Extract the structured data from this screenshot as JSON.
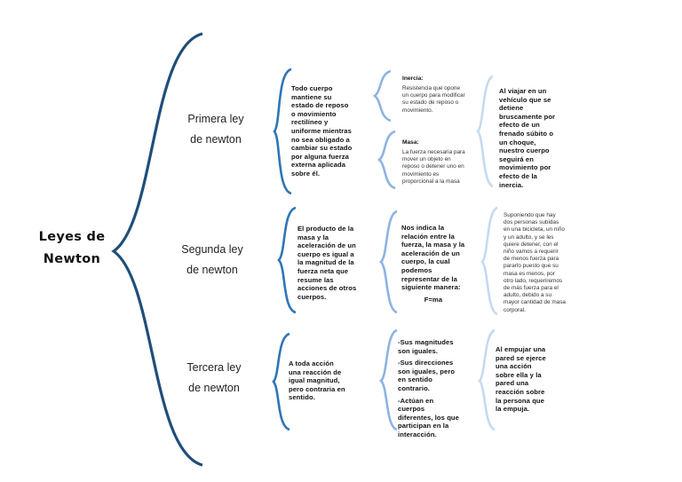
{
  "title": [
    "Leyes de",
    "Newton"
  ],
  "laws": [
    {
      "name": [
        "Primera ley",
        "de newton"
      ]
    },
    {
      "name": [
        "Segunda ley",
        "de newton"
      ]
    },
    {
      "name": [
        "Tercera ley",
        "de newton"
      ]
    }
  ],
  "first": {
    "definition": "Todo cuerpo mantiene su estado de reposo o movimiento rectilíneo y uniforme mientras no sea obligado a cambiar su estado por alguna fuerza externa aplicada sobre él.",
    "inertia_label": "Inercia:",
    "inertia_text": "Resistencia que opone un cuerpo para modificar su estado de reposo o movimiento.",
    "mass_label": "Masa:",
    "mass_text": "La fuerza necesaria para mover un objeto en reposo o detener uno en movimiento es proporcional a la masa",
    "example": "Al viajar en un vehículo que se detiene bruscamente por efecto de un frenado súbito o un choque, nuestro cuerpo seguirá en movimiento por efecto de la inercia."
  },
  "second": {
    "definition": "El producto de la masa y la aceleración de un cuerpo es igual a la magnitud de la fuerza neta que resume las acciones de otros cuerpos.",
    "relation": "Nos indica la relación entre la fuerza, la masa y la aceleración de un cuerpo, la cual podemos representar de la siguiente manera:",
    "formula": "F=ma",
    "example": "Suponiendo que hay dos personas subidas en una bicicleta, un niño y un adulto, y se les quiere detener, con el niño vamos a requerir de menos fuerza para pararlo puesto que su masa es menos, por otro lado, requeriremos de más fuerza para el adulto, debido a su mayor cantidad de masa corporal."
  },
  "third": {
    "definition": "A toda acción una reacción de igual magnitud, pero contraria en sentido.",
    "points": [
      "-Sus magnitudes son iguales.",
      "-Sus direcciones son iguales, pero en sentido contrario.",
      "-Actúan en cuerpos diferentes, los que participan en la interacción."
    ],
    "example": "Al empujar una pared se ejerce una acción sobre ella y la pared una reacción sobre la persona que la empuja."
  },
  "colors": {
    "dark_blue": "#1f4e79",
    "mid_blue": "#2e75b6",
    "light_blue": "#8db3e2",
    "pale_blue": "#c6d9f1"
  }
}
